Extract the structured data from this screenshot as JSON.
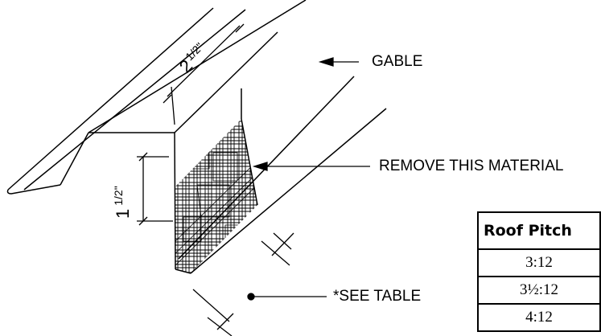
{
  "labels": {
    "gable": "GABLE",
    "remove": "REMOVE THIS MATERIAL",
    "see_table": "*SEE TABLE"
  },
  "dimensions": {
    "width_whole": "2",
    "width_frac": "1/2\"",
    "height_whole": "1",
    "height_frac": "1/2\""
  },
  "table": {
    "header": "Roof Pitch",
    "rows": [
      "3:12",
      "3½:12",
      "4:12"
    ]
  }
}
